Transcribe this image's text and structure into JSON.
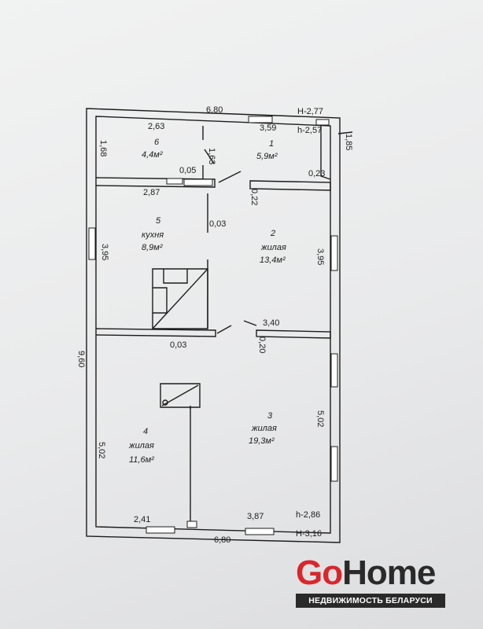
{
  "dims": {
    "top_total": "6,80",
    "top_height_mark": "Н-2,77",
    "room6_width": "2,63",
    "room1_width": "3,59",
    "room1_height_mark": "h-2,57",
    "right_step": "1,85",
    "room6_height": "1,68",
    "partition_1_63": "1,63",
    "gap_0_05": "0,05",
    "gap_0_23": "0,23",
    "room5_width": "2,87",
    "gap_0_22": "0,22",
    "gap_0_03_top": "0,03",
    "left_mid": "3,95",
    "right_mid": "3,95",
    "room2_width": "3,40",
    "gap_0_20": "0,20",
    "gap_0_03_bottom": "0,03",
    "total_height": "9,60",
    "left_bottom": "5,02",
    "right_bottom": "5,02",
    "bottom_left_window": "2,41",
    "bottom_right_window": "3,87",
    "bottom_height_mark": "h-2,86",
    "bottom_total": "6,80",
    "bottom_outer_mark": "Н-3,16"
  },
  "rooms": [
    {
      "number": "6",
      "name": "",
      "area": "4,4м²"
    },
    {
      "number": "1",
      "name": "",
      "area": "5,9м²"
    },
    {
      "number": "5",
      "name": "кухня",
      "area": "8,9м²"
    },
    {
      "number": "2",
      "name": "жилая",
      "area": "13,4м²"
    },
    {
      "number": "4",
      "name": "жилая",
      "area": "11,6м²"
    },
    {
      "number": "3",
      "name": "жилая",
      "area": "19,3м²"
    }
  ],
  "logo": {
    "go": "Go",
    "home": "Home",
    "tagline": "НЕДВИЖИМОСТЬ БЕЛАРУСИ"
  }
}
